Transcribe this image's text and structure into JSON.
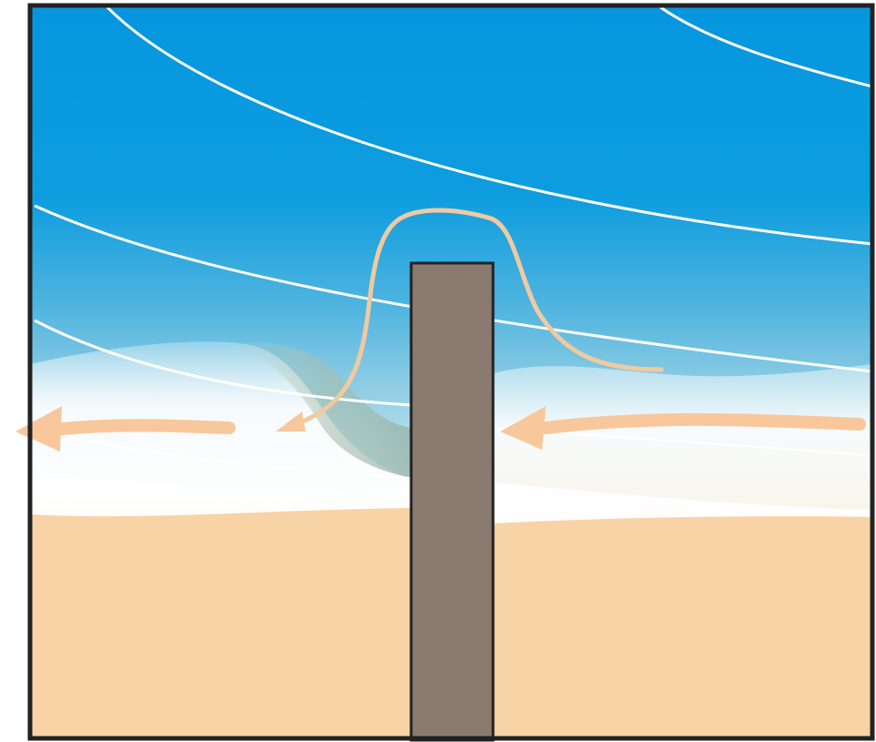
{
  "diagram": {
    "labels": [],
    "colors": {
      "sky_top": "#0a9be0",
      "sky_lower": "#58bfe6",
      "haze": "#ffffff",
      "haze_shadow": "#b8cab6",
      "sand": "#f7d3a5",
      "post": "#8a7a70",
      "outline": "#222222",
      "flow_arrow": "#f8c79c",
      "flow_line": "#f0caa0",
      "streamline": "#ffffff"
    },
    "elements": {
      "streamlines": 6,
      "flow_arrows": [
        "incoming-wind-arrow-right",
        "outgoing-wind-arrow-left",
        "updraft-curve-arrow"
      ]
    }
  }
}
